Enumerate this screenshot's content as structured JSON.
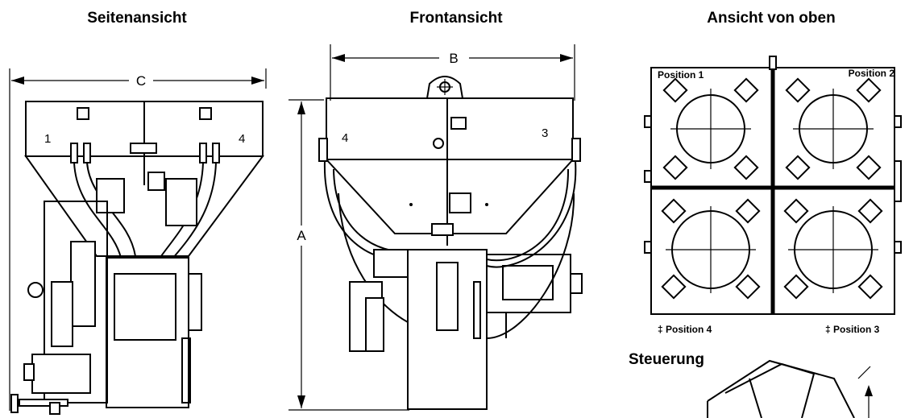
{
  "views": {
    "side": {
      "title": "Seitenansicht",
      "dimension": "C",
      "hopper_labels": [
        "1",
        "4"
      ]
    },
    "front": {
      "title": "Frontansicht",
      "dimension_width": "B",
      "dimension_height": "A",
      "hopper_labels": [
        "4",
        "3"
      ]
    },
    "top": {
      "title": "Ansicht von oben",
      "positions": [
        "Position 1",
        "Position 2",
        "Position 4",
        "Position 3"
      ],
      "marker": "‡"
    },
    "control": {
      "title": "Steuerung"
    }
  }
}
